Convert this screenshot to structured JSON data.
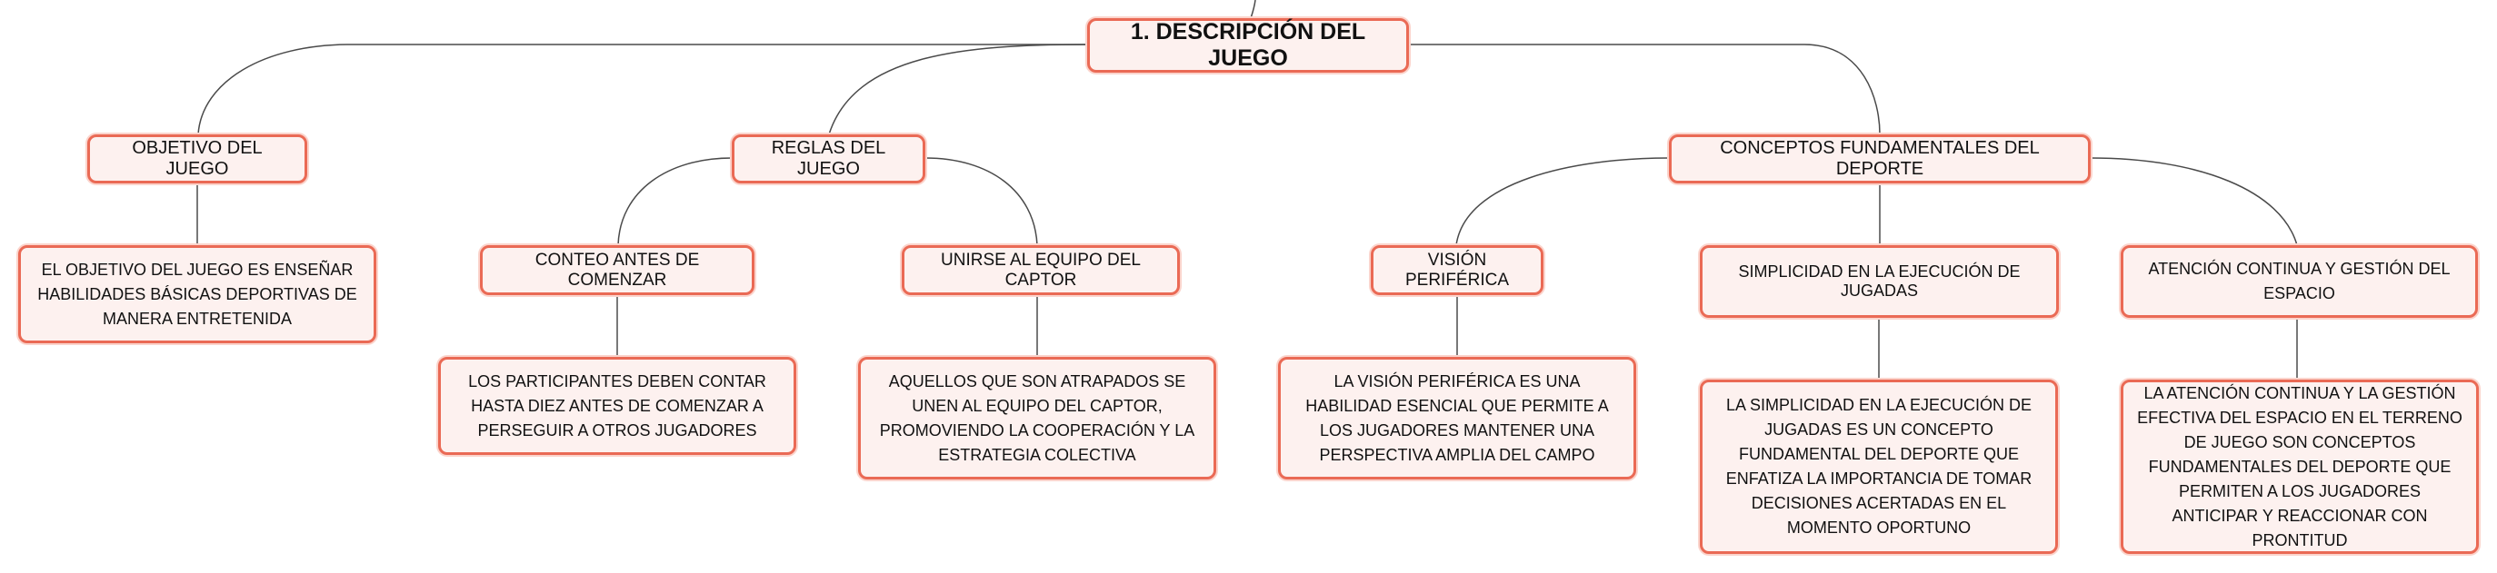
{
  "root": {
    "label": "1. DESCRIPCIÓN DEL JUEGO"
  },
  "objetivo": {
    "label": "OBJETIVO DEL JUEGO",
    "detail": "EL OBJETIVO DEL JUEGO ES ENSEÑAR HABILIDADES BÁSICAS DEPORTIVAS DE MANERA ENTRETENIDA"
  },
  "reglas": {
    "label": "REGLAS DEL JUEGO",
    "conteo": {
      "label": "CONTEO ANTES DE COMENZAR",
      "detail": "LOS PARTICIPANTES DEBEN CONTAR HASTA DIEZ ANTES DE COMENZAR A PERSEGUIR A OTROS JUGADORES"
    },
    "unirse": {
      "label": "UNIRSE AL EQUIPO DEL CAPTOR",
      "detail": "AQUELLOS QUE SON ATRAPADOS SE UNEN AL EQUIPO DEL CAPTOR, PROMOVIENDO LA COOPERACIÓN Y LA ESTRATEGIA COLECTIVA"
    }
  },
  "conceptos": {
    "label": "CONCEPTOS FUNDAMENTALES DEL DEPORTE",
    "vision": {
      "label": "VISIÓN PERIFÉRICA",
      "detail": "LA VISIÓN PERIFÉRICA ES UNA HABILIDAD ESENCIAL QUE PERMITE A LOS JUGADORES MANTENER UNA PERSPECTIVA AMPLIA DEL CAMPO"
    },
    "simplicidad": {
      "label": "SIMPLICIDAD EN LA EJECUCIÓN DE JUGADAS",
      "detail": "LA SIMPLICIDAD EN LA EJECUCIÓN DE JUGADAS ES UN CONCEPTO FUNDAMENTAL DEL DEPORTE QUE ENFATIZA LA IMPORTANCIA DE TOMAR DECISIONES ACERTADAS EN EL MOMENTO OPORTUNO"
    },
    "atencion": {
      "label": "ATENCIÓN CONTINUA Y GESTIÓN DEL ESPACIO",
      "detail": "LA ATENCIÓN CONTINUA Y LA GESTIÓN EFECTIVA DEL ESPACIO EN EL TERRENO DE JUEGO SON CONCEPTOS FUNDAMENTALES DEL DEPORTE QUE PERMITEN A LOS JUGADORES ANTICIPAR Y REACCIONAR CON PRONTITUD"
    }
  },
  "colors": {
    "border": "#ea6a55",
    "fill": "#fdf1ef",
    "connector": "#4a4a4a"
  }
}
